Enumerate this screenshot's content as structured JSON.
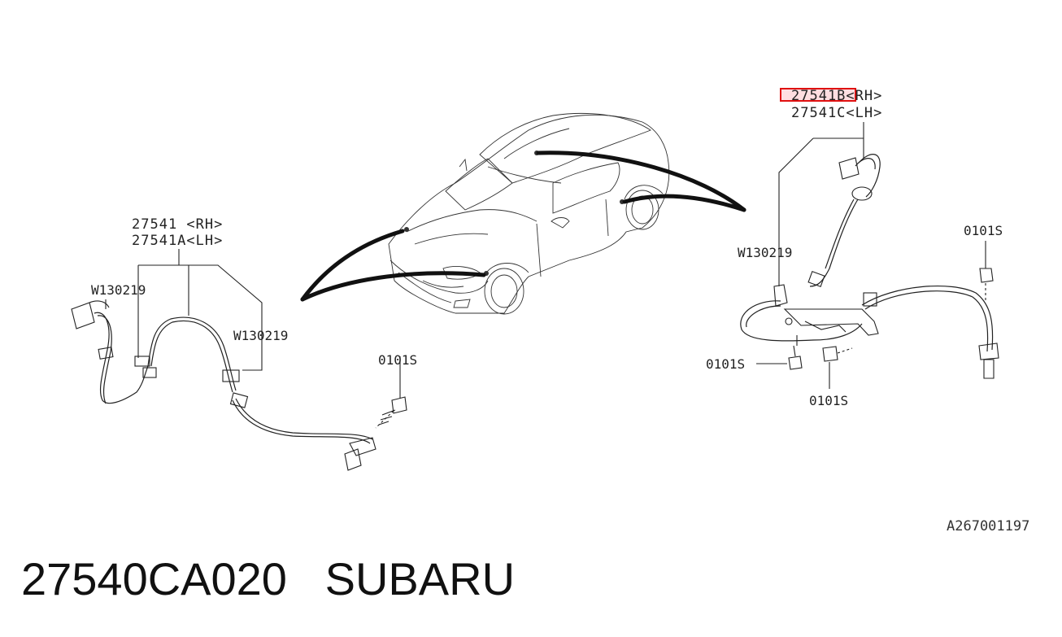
{
  "diagram": {
    "left_assembly": {
      "part_rh": "27541  <RH>",
      "part_lh": "27541A<LH>",
      "clip_upper": "W130219",
      "clip_lower": "W130219",
      "bolt": "0101S"
    },
    "right_assembly": {
      "part_rh": "27541B<RH>",
      "part_lh": "27541C<LH>",
      "clip": "W130219",
      "bolt_top": "0101S",
      "bolt_left": "0101S",
      "bolt_bottom": "0101S"
    },
    "drawing_ref": "A267001197",
    "highlight_color": "#e01010"
  },
  "caption": {
    "part_number": "27540CA020",
    "brand": "SUBARU",
    "separator": "   "
  }
}
